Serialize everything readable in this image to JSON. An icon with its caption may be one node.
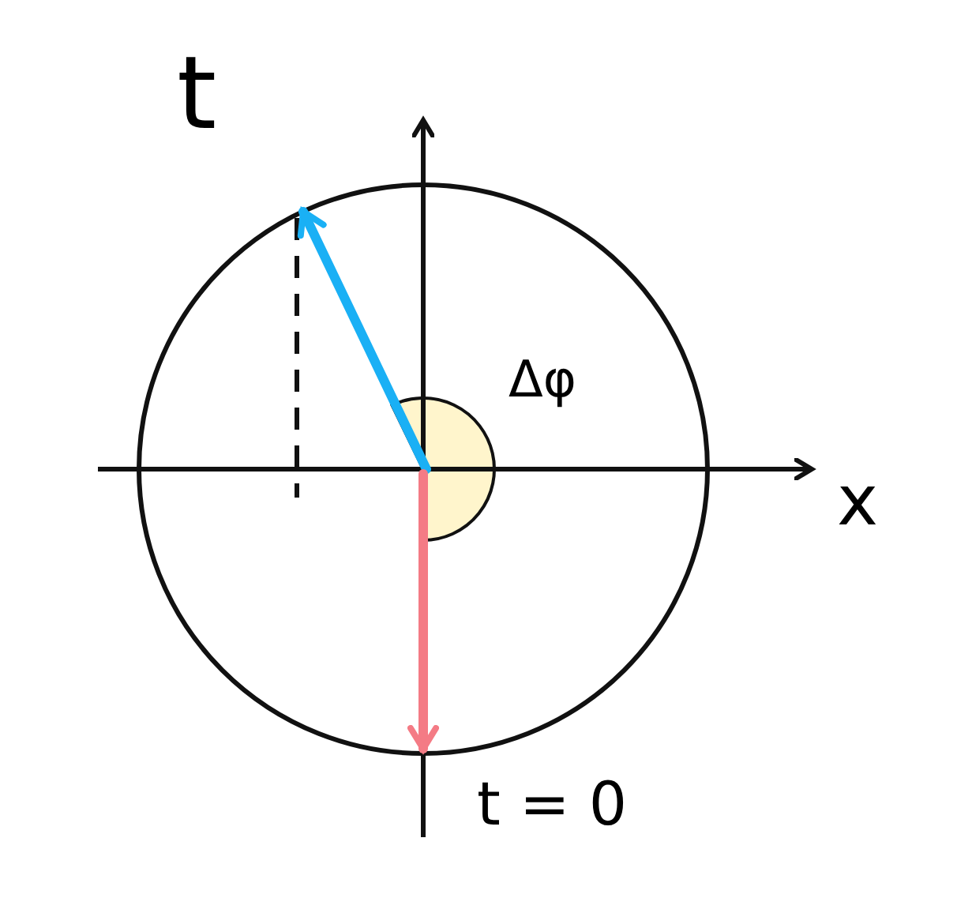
{
  "diagram": {
    "labels": [
      "t",
      "Δφ",
      "x",
      "t = 0"
    ]
  }
}
